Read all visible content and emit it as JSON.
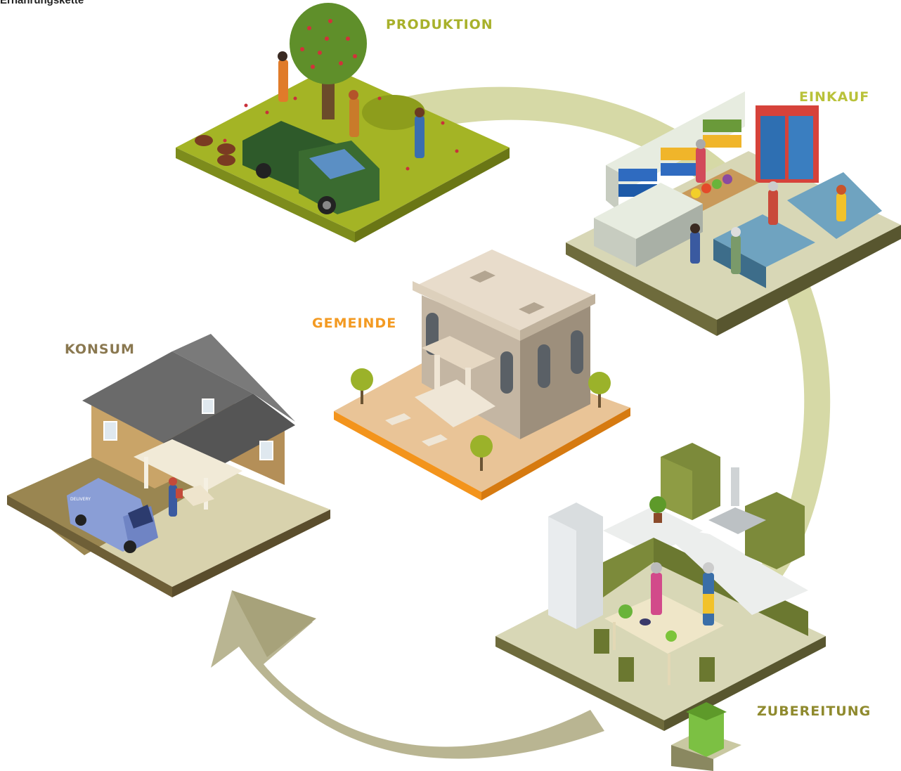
{
  "title": "Ernährungskette",
  "stations": {
    "produktion": {
      "label": "PRODUKTION",
      "color": "#a8b12b"
    },
    "einkauf": {
      "label": "EINKAUF",
      "color": "#b9c23a"
    },
    "gemeinde": {
      "label": "GEMEINDE",
      "color": "#f39a22"
    },
    "konsum": {
      "label": "KONSUM",
      "color": "#8a7850"
    },
    "zubereitung": {
      "label": "ZUBEREITUNG",
      "color": "#8f8a2e"
    }
  },
  "colors": {
    "cycle_arrow_light": "#d6d9a6",
    "cycle_arrow_dark": "#b1ad86",
    "grass": "#a4b425",
    "floor": "#d8d7b6",
    "plaza": "#e9c497",
    "kitchen_green": "#7c8a3a"
  },
  "icons": {
    "van_text": "DELIVERY"
  }
}
